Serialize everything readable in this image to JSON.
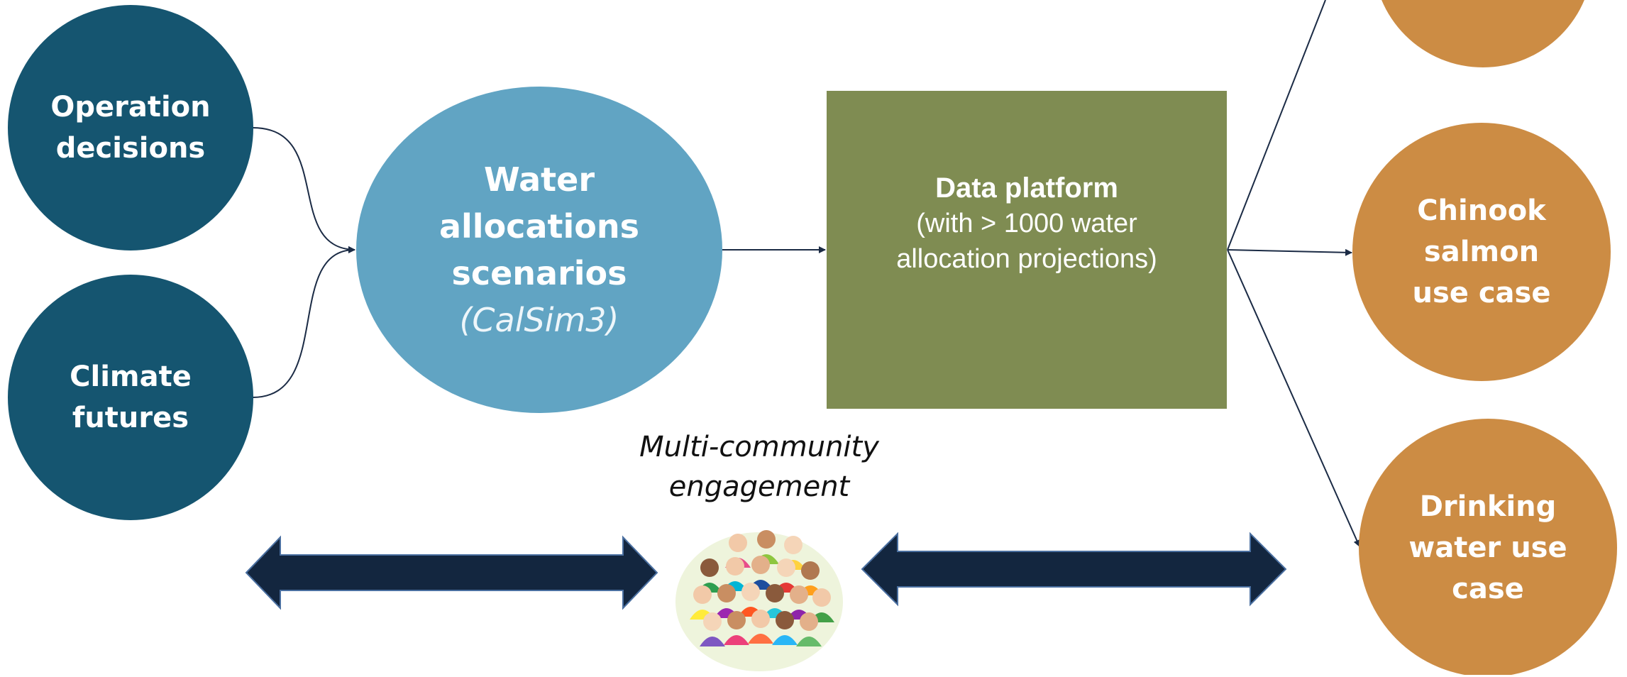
{
  "nodes": {
    "operation": {
      "line1": "Operation",
      "line2": "decisions"
    },
    "climate": {
      "line1": "Climate",
      "line2": "futures"
    },
    "water": {
      "line1": "Water",
      "line2": "allocations",
      "line3": "scenarios",
      "model": "(CalSim3)"
    },
    "platform": {
      "title": "Data platform",
      "sub1": "(with > 1000 water",
      "sub2": "allocation projections)"
    },
    "chinook": {
      "line1": "Chinook",
      "line2": "salmon",
      "line3": "use case"
    },
    "drinking": {
      "line1": "Drinking",
      "line2": "water use",
      "line3": "case"
    }
  },
  "engagement": {
    "line1": "Multi-community",
    "line2": "engagement"
  },
  "colors": {
    "dark_teal": "#155570",
    "light_blue": "#61a4c3",
    "olive": "#7f8c52",
    "orange": "#cc8c44",
    "navy_arrow": "#13263f",
    "line": "#1b2b45"
  },
  "icons": [
    "crowd-of-people-icon"
  ]
}
